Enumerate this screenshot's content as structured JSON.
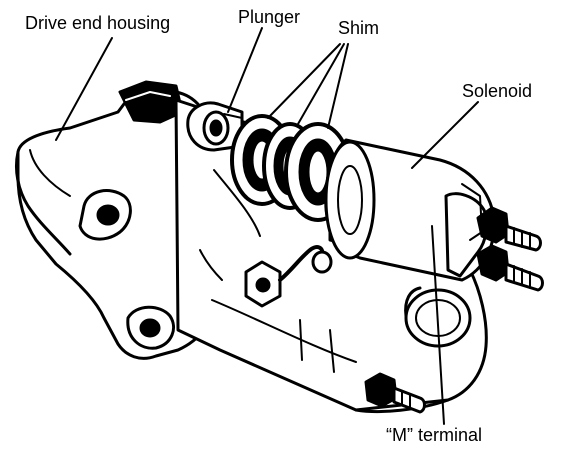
{
  "labels": {
    "drive_end_housing": "Drive end housing",
    "plunger": "Plunger",
    "shim": "Shim",
    "solenoid": "Solenoid",
    "m_terminal": "“M” terminal"
  },
  "colors": {
    "ink": "#000000",
    "paper": "#ffffff"
  }
}
